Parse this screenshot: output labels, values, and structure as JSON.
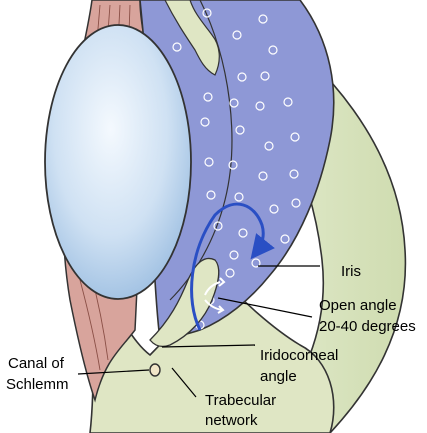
{
  "labels": {
    "iris": "Iris",
    "open_angle_line1": "Open angle",
    "open_angle_line2": "20-40 degrees",
    "iridocorneal_line1": "Iridocorneal",
    "iridocorneal_line2": "angle",
    "canal_line1": "Canal of",
    "canal_line2": "Schlemm",
    "trabecular_line1": "Trabecular",
    "trabecular_line2": "network"
  },
  "colors": {
    "lens_fill": "#bcd6ee",
    "anterior_chamber": "#8e98d6",
    "cornea_outer": "#dfe9c8",
    "tissue": "#dfe6c4",
    "ciliary_muscle": "#d8a49c",
    "flow_arrow": "#2a4fc4",
    "angle_arrow": "#ffffff"
  }
}
